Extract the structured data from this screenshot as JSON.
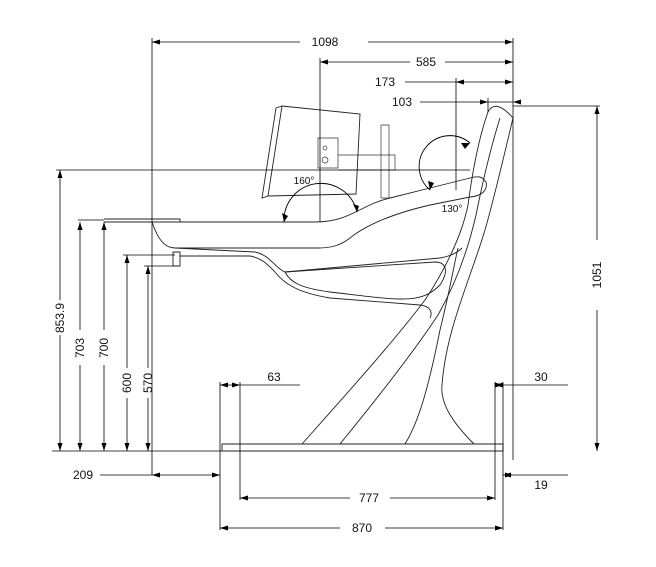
{
  "dimensions": {
    "total_depth": "1098",
    "monitor_offset": "585",
    "rear_offset": "173",
    "rear_top": "103",
    "total_height": "1051",
    "keyboard_height": "853.9",
    "desk_height_703": "703",
    "desk_height_700": "700",
    "tray_height_600": "600",
    "tray_height_570": "570",
    "foot_left": "63",
    "foot_right": "30",
    "overhang_left": "209",
    "overhang_right": "19",
    "base_inner": "777",
    "base_outer": "870"
  },
  "angles": {
    "monitor_angle": "160°",
    "rear_angle": "130°"
  },
  "colors": {
    "line": "#222222",
    "dimension": "#000000",
    "background": "#ffffff"
  }
}
